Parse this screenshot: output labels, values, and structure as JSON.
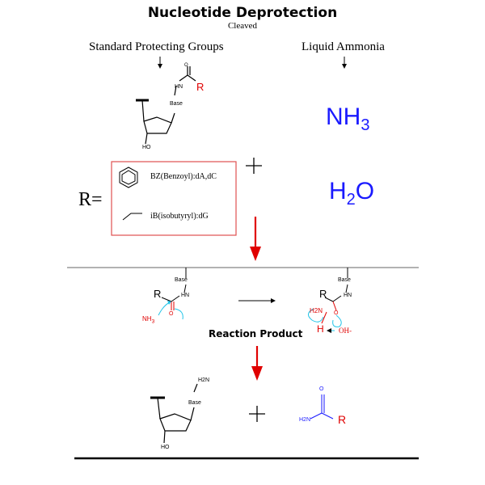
{
  "title": "Nucleotide Deprotection",
  "subtitle": "Cleaved",
  "left_header": "Standard Protecting Groups",
  "right_header": "Liquid Ammonia",
  "r_equals": "R=",
  "r_box": {
    "item1": "BZ(Benzoyl):dA,dC",
    "item2": "iB(isobutyryl):dG"
  },
  "reagents": {
    "nh3_main": "NH",
    "nh3_sub": "3",
    "h2o_pre": "H",
    "h2o_sub": "2",
    "h2o_post": "O"
  },
  "labels": {
    "base": "Base",
    "hn": "HN",
    "ho": "HO",
    "r": "R",
    "o": "O",
    "nh3_small": "NH",
    "nh3_small_sub": "3",
    "h2n": "H2N",
    "h": "H",
    "oh_minus": "OH-",
    "h2n_amide": "H2N"
  },
  "reaction_product": "Reaction Product",
  "colors": {
    "red": "#e00000",
    "blue": "#1a1aff",
    "cyan": "#22c4e8",
    "box": "#e05050"
  }
}
